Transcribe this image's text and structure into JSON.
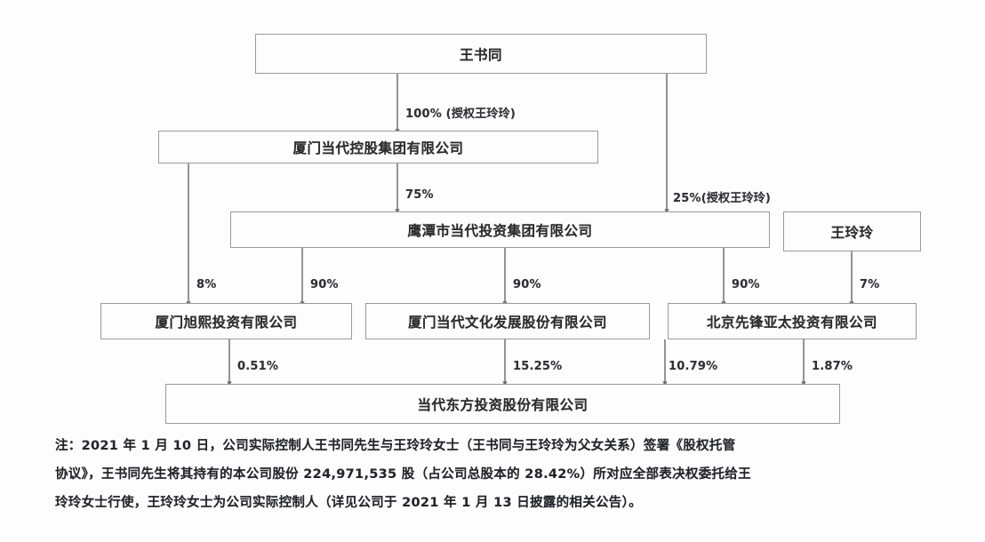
{
  "diagram": {
    "type": "org-ownership-chart",
    "background_color": "#fdfdfd",
    "line_color": "#8e8e8e",
    "text_color": "#2b2b2b",
    "nodes": [
      {
        "id": "wangshutong",
        "label": "王书同"
      },
      {
        "id": "xiamen_dangdai_holding",
        "label": "厦门当代控股集团有限公司"
      },
      {
        "id": "yingtan_dangdai_invest",
        "label": "鹰潭市当代投资集团有限公司"
      },
      {
        "id": "wanglingling",
        "label": "王玲玲"
      },
      {
        "id": "xiamen_xuxi",
        "label": "厦门旭熙投资有限公司"
      },
      {
        "id": "xiamen_dangdai_culture",
        "label": "厦门当代文化发展股份有限公司"
      },
      {
        "id": "beijing_xianfeng",
        "label": "北京先锋亚太投资有限公司"
      },
      {
        "id": "dangdai_dongfang",
        "label": "当代东方投资股份有限公司"
      }
    ],
    "edges": [
      {
        "from": "wangshutong",
        "to": "xiamen_dangdai_holding",
        "label": "100% (授权王玲玲)"
      },
      {
        "from": "xiamen_dangdai_holding",
        "to": "yingtan_dangdai_invest",
        "label": "75%"
      },
      {
        "from": "wangshutong",
        "to": "yingtan_dangdai_invest",
        "label": "25%(授权王玲玲)"
      },
      {
        "from": "xiamen_dangdai_holding",
        "to": "xiamen_xuxi",
        "label": "8%"
      },
      {
        "from": "yingtan_dangdai_invest",
        "to": "xiamen_xuxi",
        "label": "90%"
      },
      {
        "from": "yingtan_dangdai_invest",
        "to": "xiamen_dangdai_culture",
        "label": "90%"
      },
      {
        "from": "yingtan_dangdai_invest",
        "to": "beijing_xianfeng",
        "label": "90%"
      },
      {
        "from": "wanglingling",
        "to": "beijing_xianfeng",
        "label": "7%"
      },
      {
        "from": "xiamen_xuxi",
        "to": "dangdai_dongfang",
        "label": "0.51%"
      },
      {
        "from": "xiamen_dangdai_culture",
        "to": "dangdai_dongfang",
        "label": "15.25%"
      },
      {
        "from": "beijing_xianfeng",
        "to": "dangdai_dongfang",
        "label": "10.79%"
      },
      {
        "from": "wanglingling",
        "to": "dangdai_dongfang",
        "label": "1.87%"
      }
    ]
  },
  "footnote": {
    "line1": "注：2021 年 1 月 10 日，公司实际控制人王书同先生与王玲玲女士（王书同与王玲玲为父女关系）签署《股权托管",
    "line2": "协议》，王书同先生将其持有的本公司股份 224,971,535 股（占公司总股本的 28.42%）所对应全部表决权委托给王",
    "line3": "玲玲女士行使，王玲玲女士为公司实际控制人（详见公司于 2021 年 1 月 13 日披露的相关公告）。"
  }
}
